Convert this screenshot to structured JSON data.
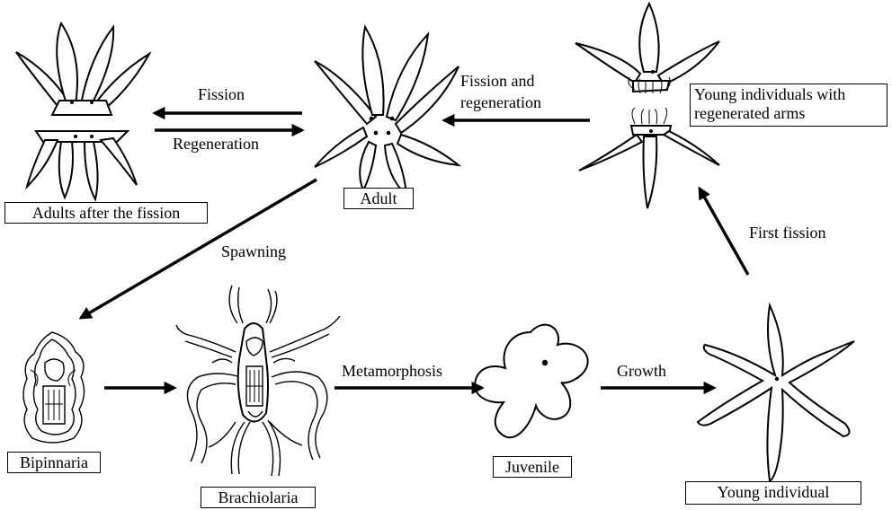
{
  "labels": {
    "adults_after_fission": "Adults after the fission",
    "adult": "Adult",
    "young_regenerated": [
      "Young individuals with",
      "regenerated arms"
    ],
    "fission": "Fission",
    "regeneration": "Regeneration",
    "fission_and_regeneration": [
      "Fission and",
      "regeneration"
    ],
    "spawning": "Spawning",
    "first_fission": "First fission",
    "bipinnaria": "Bipinnaria",
    "brachiolaria": "Brachiolaria",
    "metamorphosis": "Metamorphosis",
    "juvenile": "Juvenile",
    "growth": "Growth",
    "young_individual": "Young individual"
  }
}
